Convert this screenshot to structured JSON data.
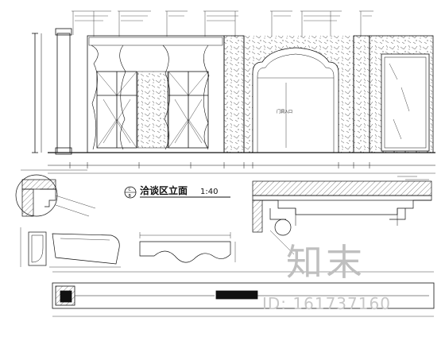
{
  "drawing": {
    "title": "洽谈区立面",
    "scale": "1:40",
    "section_mark_top": "C",
    "section_mark_bottom": "B"
  },
  "annotations": {
    "center_label": "门洞入口"
  },
  "watermark": {
    "brand": "知末",
    "id": "ID: 161737160"
  }
}
